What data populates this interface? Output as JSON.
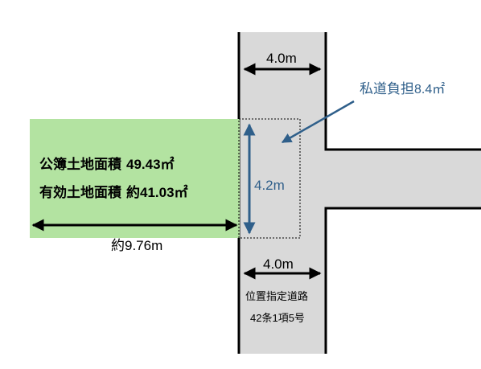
{
  "colors": {
    "lot_fill": "#b3e3a1",
    "road_fill": "#d9d9d9",
    "road_edge": "#000000",
    "private_road_accent": "#2f5f8a"
  },
  "lot": {
    "registered_area_label": "公簿土地面積",
    "registered_area_value": "49.43㎡",
    "effective_area_label": "有効土地面積",
    "effective_area_value": "約41.03㎡",
    "frontage": "約9.76m"
  },
  "road": {
    "width_top": "4.0m",
    "width_bottom": "4.0m",
    "designation_line1": "位置指定道路",
    "designation_line2": "42条1項5号"
  },
  "private_road": {
    "callout": "私道負担",
    "callout_value": "8.4㎡",
    "depth": "4.2m"
  }
}
